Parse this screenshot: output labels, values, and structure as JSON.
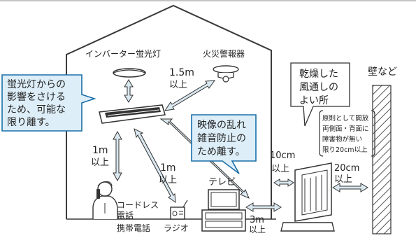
{
  "colors": {
    "line": "#3a3a3a",
    "callout_fill": "#ddeef8",
    "callout_stroke": "#1a6fa8",
    "arrow_fill": "#d9e7ef",
    "wall_hatch": "#555555"
  },
  "labels": {
    "inverter_light": "インバーター蛍光灯",
    "fire_alarm": "火災警報器",
    "dist_1_5m": "1.5m",
    "ijo_1": "以上",
    "dist_1m_a": "1m",
    "ijo_2": "以上",
    "dist_1m_b": "1m",
    "ijo_3": "以上",
    "tv": "テレビ",
    "cordless_1": "コードレス",
    "cordless_2": "電話",
    "mobile_phone": "携帯電話",
    "radio": "ラジオ",
    "dist_10cm": "10cm",
    "ijo_4": "以上",
    "dist_20cm": "20cm",
    "ijo_5": "以上",
    "dist_3m": "3m",
    "ijo_6": "以上",
    "wall": "壁など"
  },
  "callouts": {
    "fluorescent": [
      "蛍光灯からの",
      "影響をさける",
      "ため、可能な",
      "限り離す。"
    ],
    "interference": [
      "映像の乱れ",
      "雑音防止の",
      "ため離す。"
    ],
    "dry_airy": [
      "乾燥した",
      "風通しの",
      "よい所"
    ],
    "principle": [
      "原則として開放",
      "両側面・背面に",
      "障害物が無い",
      "限り20cm以上"
    ]
  }
}
